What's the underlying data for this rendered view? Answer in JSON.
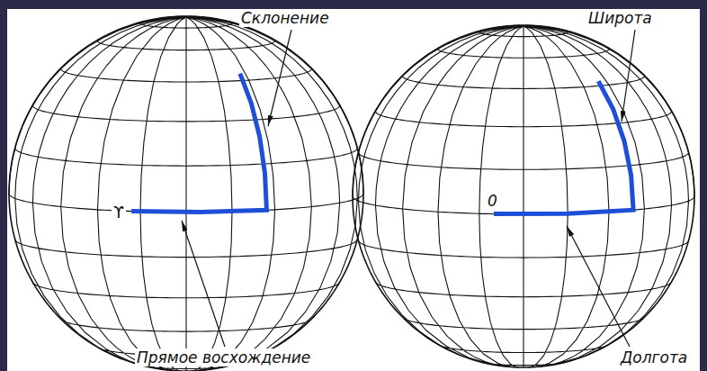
{
  "diagram": {
    "labels": [
      "Склонение",
      "ϒ",
      "Прямое восхождение",
      "Широта",
      "0",
      "Долгота"
    ]
  }
}
